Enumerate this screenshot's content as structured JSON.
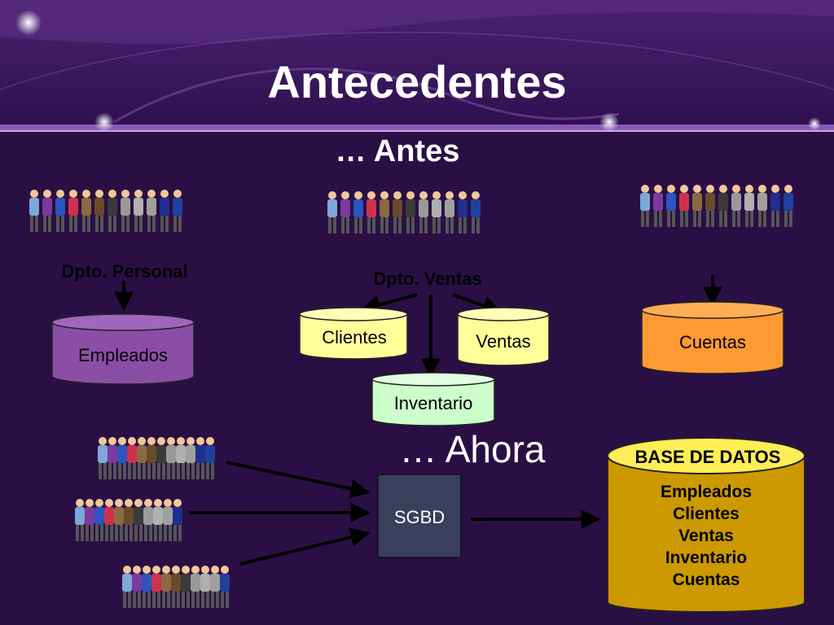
{
  "title": "Antecedentes",
  "before": {
    "heading": "… Antes",
    "departments": [
      {
        "label": "Dpto. Personal",
        "databases": [
          "Empleados"
        ]
      },
      {
        "label": "Dpto. Ventas",
        "databases": [
          "Clientes",
          "Ventas",
          "Inventario"
        ]
      },
      {
        "label": "",
        "databases": [
          "Cuentas"
        ]
      }
    ]
  },
  "after": {
    "heading": "… Ahora",
    "dbms": "SGBD",
    "database": {
      "title": "BASE DE DATOS",
      "contents": [
        "Empleados",
        "Clientes",
        "Ventas",
        "Inventario",
        "Cuentas"
      ]
    }
  },
  "colors": {
    "background": "#2a0f45",
    "header": "#3d1a5e",
    "empleados": "#8b4ea6",
    "clientes": "#ffff99",
    "ventas": "#ffff99",
    "inventario": "#ccffcc",
    "cuentas": "#ff9933",
    "base_datos": "#cc9900",
    "sgbd": "#3a3f5c"
  },
  "icons": [
    "people-group-icon"
  ]
}
